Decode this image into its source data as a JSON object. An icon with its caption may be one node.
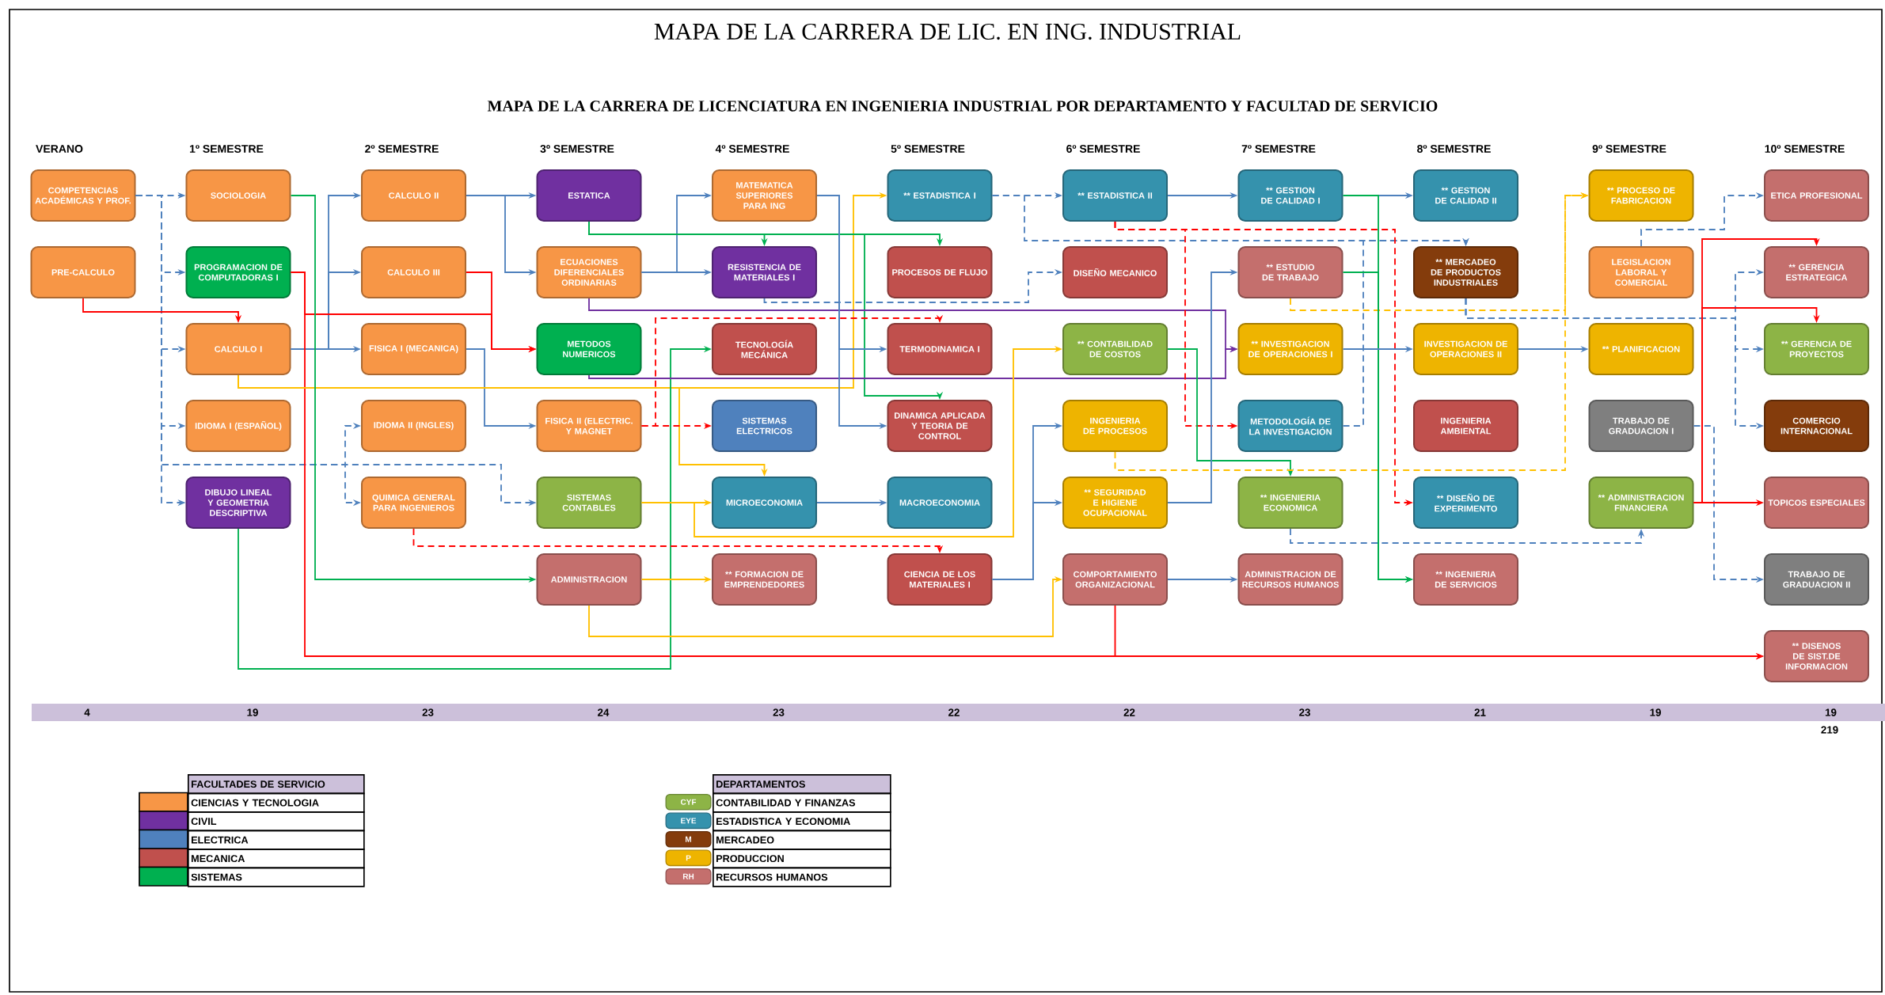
{
  "diagram": {
    "title": "MAPA DE LA CARRERA DE LIC. EN ING. INDUSTRIAL",
    "nodes": [
      {
        "text": [
          "COMPETENCIAS ACADÉMICAS Y PROF."
        ]
      },
      {
        "text": [
          "PRE-CALCULO"
        ]
      },
      {
        "text": [
          "SOCIOLOGIA"
        ]
      },
      {
        "text": [
          "PROGRAMACION DE COMPUTADORAS I"
        ]
      },
      {
        "text": [
          "CALCULO I"
        ]
      },
      {
        "text": [
          "IDIOMA I (ESPAÑOL)"
        ]
      },
      {
        "text": [
          "DIBUJO LINEAL Y GEOMETRIA DESCRIPTIVA"
        ]
      },
      {
        "text": [
          "CALCULO II"
        ]
      },
      {
        "text": [
          "CALCULO III"
        ]
      },
      {
        "text": [
          "FISICA I (MECANICA)"
        ]
      },
      {
        "text": [
          "IDIOMA II (INGLES)"
        ]
      },
      {
        "text": [
          "QUIMICA GENERAL PARA INGENIEROS"
        ]
      },
      {
        "text": [
          "ESTATICA"
        ]
      },
      {
        "text": [
          "ECUACIONES DIFERENCIALES ORDINARIAS"
        ]
      },
      {
        "text": [
          "METODOS NUMERICOS"
        ]
      },
      {
        "text": [
          "FISICA II (ELECTRIC. Y MAGNET"
        ]
      },
      {
        "text": [
          "SISTEMAS CONTABLES"
        ]
      },
      {
        "text": [
          "ADMINISTRACION"
        ]
      },
      {
        "text": [
          "MATEMATICA SUPERIORES PARA ING"
        ]
      },
      {
        "text": [
          "RESISTENCIA DE MATERIALES I"
        ]
      },
      {
        "text": [
          "TECNOLOGÍA MECÁNICA"
        ]
      },
      {
        "text": [
          "SISTEMAS ELECTRICOS"
        ]
      },
      {
        "text": [
          "MICROECONOMIA"
        ]
      },
      {
        "text": [
          "** FORMACION DE EMPRENDEDORES"
        ]
      },
      {
        "text": [
          "** ESTADISTICA I"
        ]
      },
      {
        "text": [
          "PROCESOS DE FLUJO"
        ]
      },
      {
        "text": [
          "TERMODINAMICA I"
        ]
      },
      {
        "text": [
          "DINAMICA APLICADA Y TEORIA DE CONTROL"
        ]
      },
      {
        "text": [
          "MACROECONOMIA"
        ]
      },
      {
        "text": [
          "CIENCIA DE LOS MATERIALES I"
        ]
      },
      {
        "text": [
          "** ESTADISTICA II"
        ]
      },
      {
        "text": [
          "DISEÑO MECANICO"
        ]
      },
      {
        "text": [
          "** CONTABILIDAD DE COSTOS"
        ]
      },
      {
        "text": [
          "INGENIERIA DE PROCESOS"
        ]
      },
      {
        "text": [
          "** SEGURIDAD E HIGIENE OCUPACIONAL"
        ]
      },
      {
        "text": [
          "COMPORTAMIENTO ORGANIZACIONAL"
        ]
      },
      {
        "text": [
          "** GESTION DE CALIDAD I"
        ]
      },
      {
        "text": [
          "** ESTUDIO DE TRABAJO"
        ]
      },
      {
        "text": [
          "** INVESTIGACION DE OPERACIONES I"
        ]
      },
      {
        "text": [
          "METODOLOGÍA DE LA INVESTIGACIÓN"
        ]
      },
      {
        "text": [
          "** INGENIERIA ECONOMICA"
        ]
      },
      {
        "text": [
          "ADMINISTRACION DE RECURSOS HUMANOS"
        ]
      },
      {
        "text": [
          "** GESTION DE CALIDAD II"
        ]
      },
      {
        "text": [
          "** MERCADEO DE PRODUCTOS INDUSTRIALES"
        ]
      },
      {
        "text": [
          "INVESTIGACION DE OPERACIONES II"
        ]
      },
      {
        "text": [
          "INGENIERIA AMBIENTAL"
        ]
      },
      {
        "text": [
          "** DISEÑO DE EXPERIMENTO"
        ]
      },
      {
        "text": [
          "** INGENIERIA DE SERVICIOS"
        ]
      },
      {
        "text": [
          "** PROCESO DE FABRICACION"
        ]
      },
      {
        "text": [
          "LEGISLACION LABORAL Y COMERCIAL"
        ]
      },
      {
        "text": [
          "** PLANIFICACION"
        ]
      },
      {
        "text": [
          "TRABAJO DE GRADUACION I"
        ]
      },
      {
        "text": [
          "** ADMINISTRACION FINANCIERA"
        ]
      },
      {
        "text": [
          "ETICA PROFESIONAL"
        ]
      },
      {
        "text": [
          "** GERENCIA ESTRATEGICA"
        ]
      },
      {
        "text": [
          "** GERENCIA DE PROYECTOS"
        ]
      },
      {
        "text": [
          "COMERCIO INTERNACIONAL"
        ]
      },
      {
        "text": [
          "TOPICOS ESPECIALES"
        ]
      },
      {
        "text": [
          "TRABAJO DE GRADUACION II"
        ]
      },
      {
        "text": [
          "** DISENOS DE SIST.DE INFORMACION"
        ]
      }
    ],
    "edges": [
      {
        "from": 0,
        "to": 2,
        "arrow": "to",
        "style": "dashed"
      },
      {
        "from": 0,
        "to": 3,
        "arrow": "to",
        "style": "dashed"
      },
      {
        "from": 0,
        "to": 4,
        "arrow": "to",
        "style": "dashed"
      },
      {
        "from": 0,
        "to": 5,
        "arrow": "to",
        "style": "dashed"
      },
      {
        "from": 0,
        "to": 6,
        "arrow": "to",
        "style": "dashed"
      },
      {
        "from": 0,
        "to": 16,
        "arrow": "to",
        "style": "dashed"
      },
      {
        "from": 0,
        "to": 10,
        "arrow": "to",
        "style": "dashed"
      },
      {
        "from": 0,
        "to": 11,
        "arrow": "to",
        "style": "dashed"
      },
      {
        "from": 1,
        "to": 4,
        "arrow": "to",
        "color": "#ff0000"
      },
      {
        "from": 4,
        "to": 7,
        "arrow": "to"
      },
      {
        "from": 4,
        "to": 8,
        "arrow": "to"
      },
      {
        "from": 4,
        "to": 9,
        "arrow": "to"
      },
      {
        "from": 7,
        "to": 12,
        "arrow": "to"
      },
      {
        "from": 7,
        "to": 13,
        "arrow": "to"
      },
      {
        "from": 13,
        "to": 18,
        "arrow": "to"
      },
      {
        "from": 13,
        "to": 19,
        "arrow": "to"
      },
      {
        "from": 8,
        "to": 14,
        "arrow": "to",
        "color": "#ff0000"
      },
      {
        "from": 3,
        "to": 14,
        "arrow": "to",
        "color": "#ff0000"
      },
      {
        "from": 3,
        "to": 59,
        "arrow": "to",
        "color": "#ff0000"
      },
      {
        "from": 35,
        "to": 59,
        "arrow": "to",
        "color": "#ff0000"
      },
      {
        "from": 9,
        "to": 15,
        "arrow": "to"
      },
      {
        "from": 4,
        "to": 24,
        "arrow": "to",
        "color": "#ffc000"
      },
      {
        "from": 4,
        "to": 22,
        "arrow": "to",
        "color": "#ffc000"
      },
      {
        "from": 2,
        "to": 17,
        "arrow": "to",
        "color": "#00b050"
      },
      {
        "from": 6,
        "to": 20,
        "arrow": "to",
        "color": "#00b050"
      },
      {
        "from": 12,
        "to": 19,
        "arrow": "to",
        "color": "#00b050"
      },
      {
        "from": 12,
        "to": 25,
        "arrow": "to",
        "color": "#00b050"
      },
      {
        "from": 12,
        "to": 27,
        "arrow": "to",
        "color": "#00b050"
      },
      {
        "from": 13,
        "to": 38,
        "arrow": "to",
        "color": "#7030a0"
      },
      {
        "from": 14,
        "to": 38,
        "arrow": "to",
        "color": "#7030a0"
      },
      {
        "from": 18,
        "to": 26,
        "arrow": "to"
      },
      {
        "from": 18,
        "to": 27,
        "arrow": "to"
      },
      {
        "from": 19,
        "to": 31,
        "arrow": "to",
        "style": "dashed"
      },
      {
        "from": 15,
        "to": 21,
        "arrow": "to",
        "style": "dashed",
        "color": "#ff0000"
      },
      {
        "from": 15,
        "to": 26,
        "arrow": "to",
        "style": "dashed",
        "color": "#ff0000"
      },
      {
        "from": 11,
        "to": 29,
        "arrow": "to",
        "style": "dashed",
        "color": "#ff0000"
      },
      {
        "from": 16,
        "to": 22,
        "arrow": "to",
        "color": "#ffc000"
      },
      {
        "from": 17,
        "to": 23,
        "arrow": "to",
        "color": "#ffc000"
      },
      {
        "from": 16,
        "to": 32,
        "arrow": "to",
        "color": "#ffc000"
      },
      {
        "from": 17,
        "to": 35,
        "arrow": "to",
        "color": "#ffc000"
      },
      {
        "from": 24,
        "to": 30,
        "arrow": "to",
        "style": "dashed"
      },
      {
        "from": 24,
        "to": 43,
        "arrow": "to",
        "style": "dashed"
      },
      {
        "from": 39,
        "to": 43,
        "arrow": "to",
        "style": "dashed"
      },
      {
        "from": 30,
        "to": 36,
        "arrow": "to"
      },
      {
        "from": 30,
        "to": 39,
        "arrow": "to",
        "style": "dashed",
        "color": "#ff0000"
      },
      {
        "from": 30,
        "to": 46,
        "arrow": "to",
        "style": "dashed",
        "color": "#ff0000"
      },
      {
        "from": 22,
        "to": 28,
        "arrow": "to"
      },
      {
        "from": 29,
        "to": 33,
        "arrow": "to"
      },
      {
        "from": 29,
        "to": 34,
        "arrow": "to"
      },
      {
        "from": 32,
        "to": 40,
        "arrow": "to",
        "color": "#00b050"
      },
      {
        "from": 33,
        "to": 48,
        "arrow": "to",
        "style": "dashed",
        "color": "#ffc000"
      },
      {
        "from": 37,
        "to": 48,
        "arrow": "to",
        "style": "dashed",
        "color": "#ffc000"
      },
      {
        "from": 34,
        "to": 37,
        "arrow": "to"
      },
      {
        "from": 35,
        "to": 41,
        "arrow": "to"
      },
      {
        "from": 36,
        "to": 42,
        "arrow": "to"
      },
      {
        "from": 36,
        "to": 47,
        "arrow": "to",
        "color": "#00b050"
      },
      {
        "from": 37,
        "to": 47,
        "arrow": "to",
        "color": "#00b050"
      },
      {
        "from": 38,
        "to": 44,
        "arrow": "to"
      },
      {
        "from": 44,
        "to": 50,
        "arrow": "to"
      },
      {
        "from": 40,
        "to": 52,
        "arrow": "to",
        "style": "dashed"
      },
      {
        "from": 43,
        "to": 54,
        "arrow": "to",
        "style": "dashed"
      },
      {
        "from": 43,
        "to": 55,
        "arrow": "to",
        "style": "dashed"
      },
      {
        "from": 43,
        "to": 56,
        "arrow": "to",
        "style": "dashed"
      },
      {
        "from": 49,
        "to": 53,
        "arrow": "to",
        "style": "dashed"
      },
      {
        "from": 51,
        "to": 58,
        "arrow": "to",
        "style": "dashed"
      },
      {
        "from": 52,
        "to": 57,
        "arrow": "to",
        "color": "#ff0000"
      },
      {
        "from": 52,
        "to": 54,
        "arrow": "to",
        "color": "#ff0000"
      },
      {
        "from": 52,
        "to": 55,
        "arrow": "to",
        "color": "#ff0000"
      }
    ],
    "labels": [
      "MAPA DE LA CARRERA DE LICENCIATURA EN INGENIERIA INDUSTRIAL POR DEPARTAMENTO Y FACULTAD DE SERVICIO",
      "VERANO",
      "1º SEMESTRE",
      "2º SEMESTRE",
      "3º SEMESTRE",
      "4º SEMESTRE",
      "5º SEMESTRE",
      "6º SEMESTRE",
      "7º SEMESTRE",
      "8º SEMESTRE",
      "9º SEMESTRE",
      "10º SEMESTRE",
      "4",
      "19",
      "23",
      "24",
      "23",
      "22",
      "22",
      "23",
      "21",
      "19",
      "19",
      "219",
      "FACULTADES DE SERVICIO",
      "DEPARTAMENTOS",
      "CYF",
      "EYE",
      "M",
      "P",
      "RH"
    ],
    "legend": [
      {
        "text": "CIENCIAS Y TECNOLOGIA",
        "color": "#f79646"
      },
      {
        "text": "CIVIL",
        "color": "#7030a0"
      },
      {
        "text": "ELECTRICA",
        "color": "#4f81bd"
      },
      {
        "text": "MECANICA",
        "color": "#c0504d"
      },
      {
        "text": "SISTEMAS",
        "color": "#00b050"
      },
      {
        "text": "CONTABILIDAD Y FINANZAS",
        "color": "#8db446"
      },
      {
        "text": "ESTADISTICA Y ECONOMIA",
        "color": "#3592ad"
      },
      {
        "text": "MERCADEO",
        "color": "#843c0c"
      },
      {
        "text": "PRODUCCION",
        "color": "#eeb400"
      },
      {
        "text": "RECURSOS HUMANOS",
        "color": "#c46f6d"
      }
    ]
  }
}
